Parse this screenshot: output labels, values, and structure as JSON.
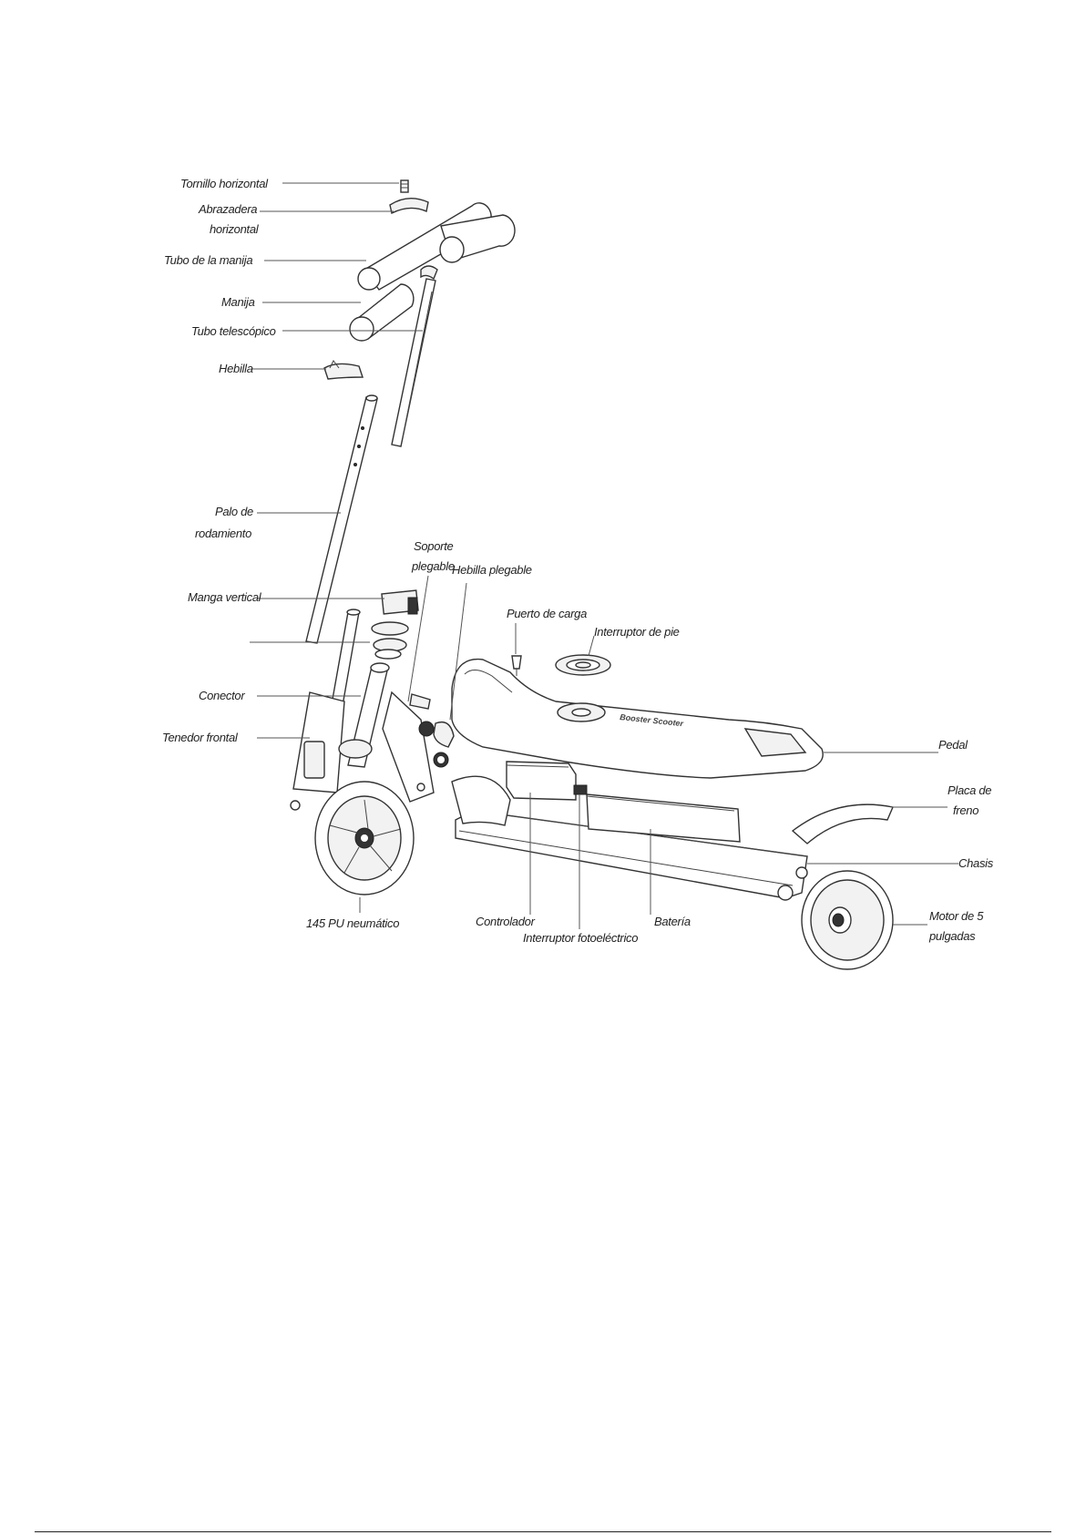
{
  "labels": {
    "tornillo_horizontal": "Tornillo horizontal",
    "abrazadera_1": "Abrazadera",
    "abrazadera_2": "horizontal",
    "tubo_manija": "Tubo de la manija",
    "manija": "Manija",
    "tubo_telescopico": "Tubo telescópico",
    "hebilla": "Hebilla",
    "palo_1": "Palo de",
    "palo_2": "rodamiento",
    "soporte_1": "Soporte",
    "soporte_2": "plegable",
    "hebilla_plegable": "Hebilla plegable",
    "manga_vertical": "Manga vertical",
    "puerto_carga": "Puerto de carga",
    "interruptor_pie": "Interruptor de pie",
    "conector": "Conector",
    "tenedor_frontal": "Tenedor frontal",
    "pedal": "Pedal",
    "placa_freno_1": "Placa de",
    "placa_freno_2": "freno",
    "chasis": "Chasis",
    "neumatico": "145 PU neumático",
    "controlador": "Controlador",
    "interruptor_foto": "Interruptor fotoeléctrico",
    "bateria": "Batería",
    "motor_1": "Motor de 5",
    "motor_2": "pulgadas"
  },
  "deck_text": "Booster  Scooter"
}
